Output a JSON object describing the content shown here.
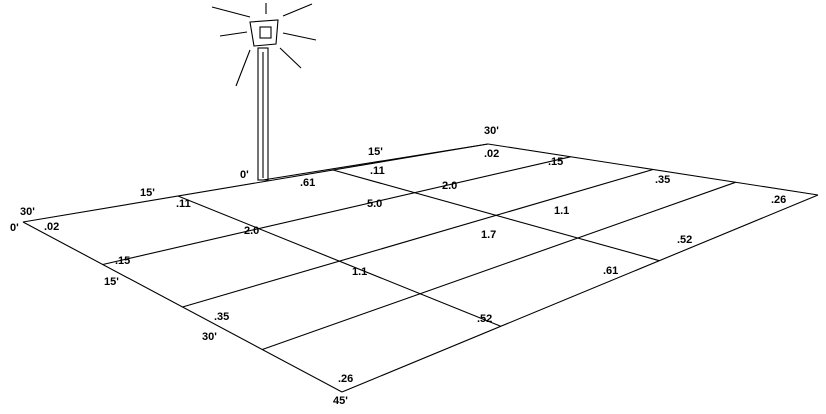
{
  "diagram": {
    "grid_spacing": "15'",
    "axis_labels": {
      "origin": "0'",
      "right_axis": [
        "0'",
        "15'",
        "30'"
      ],
      "left_axis": [
        "0'",
        "15'",
        "30'"
      ],
      "front_axis": [
        "15'",
        "30'",
        "45'"
      ]
    },
    "values": [
      [
        ".61",
        ".11",
        ".02"
      ],
      [
        ".11",
        "5.0",
        "2.0",
        ".15"
      ],
      [
        ".02",
        "2.0",
        "1.7",
        "1.1",
        ".35"
      ],
      [
        ".15",
        "1.1",
        ".61",
        ".52",
        ".26"
      ],
      [
        ".35",
        ".52"
      ],
      [
        ".26"
      ]
    ],
    "value_grid": [
      {
        "row": 0,
        "col": 0,
        "value": ".61"
      },
      {
        "row": 0,
        "col": 1,
        "value": "5.0"
      },
      {
        "row": 0,
        "col": 2,
        "value": "1.7"
      },
      {
        "row": 0,
        "col": 3,
        "value": ".61"
      },
      {
        "row": 1,
        "col": 0,
        "value": ".11"
      },
      {
        "row": 1,
        "col": 1,
        "value": "2.0"
      },
      {
        "row": 1,
        "col": 2,
        "value": "1.1"
      },
      {
        "row": 1,
        "col": 3,
        "value": ".52"
      },
      {
        "row": 2,
        "col": 0,
        "value": ".02"
      },
      {
        "row": 2,
        "col": 1,
        "value": ".15"
      },
      {
        "row": 2,
        "col": 2,
        "value": ".35"
      },
      {
        "row": 2,
        "col": 3,
        "value": ".26"
      },
      {
        "row": 3,
        "col": 0,
        "value": ".11"
      },
      {
        "row": 3,
        "col": 1,
        "value": "2.0"
      },
      {
        "row": 3,
        "col": 2,
        "value": "1.1"
      },
      {
        "row": 3,
        "col": 3,
        "value": ".52"
      },
      {
        "row": 4,
        "col": 0,
        "value": ".02"
      },
      {
        "row": 4,
        "col": 1,
        "value": ".15"
      },
      {
        "row": 4,
        "col": 2,
        "value": ".35"
      },
      {
        "row": 4,
        "col": 3,
        "value": ".26"
      }
    ]
  }
}
